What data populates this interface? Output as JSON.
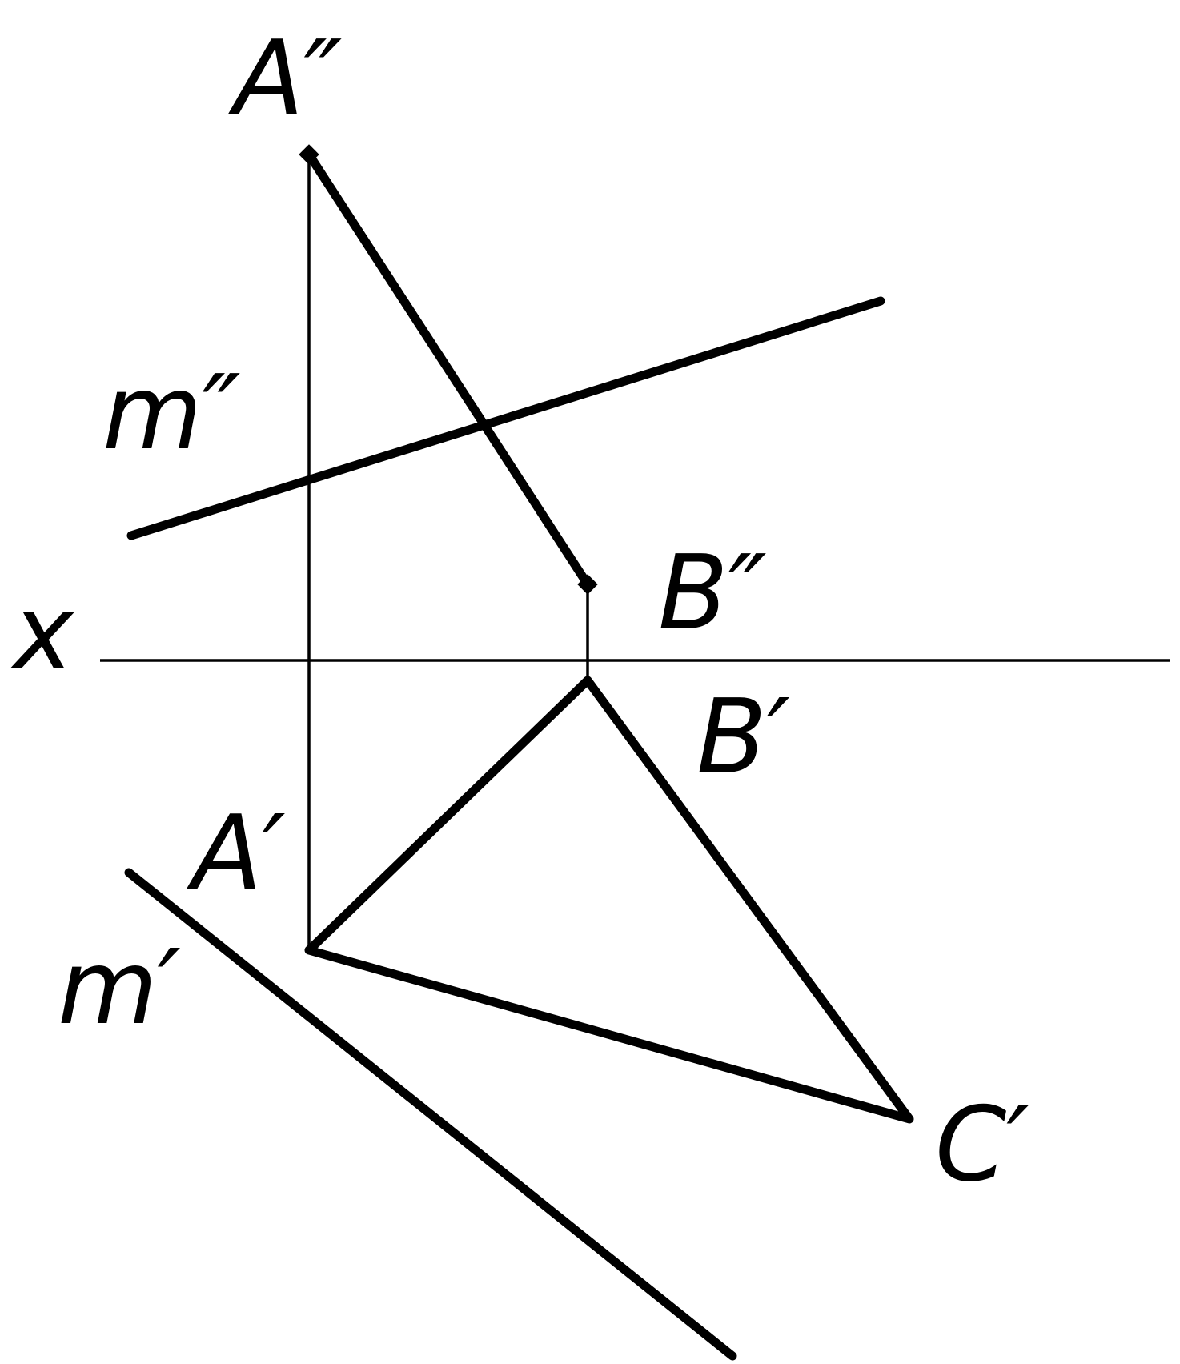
{
  "diagram": {
    "labels": {
      "a_front": "A″",
      "a_top": "A′",
      "b_front": "B″",
      "b_top": "B′",
      "c_top": "C′",
      "m_front": "m″",
      "m_top": "m′",
      "axis": "x"
    },
    "colors": {
      "ink": "#000000",
      "background": "#ffffff"
    }
  }
}
